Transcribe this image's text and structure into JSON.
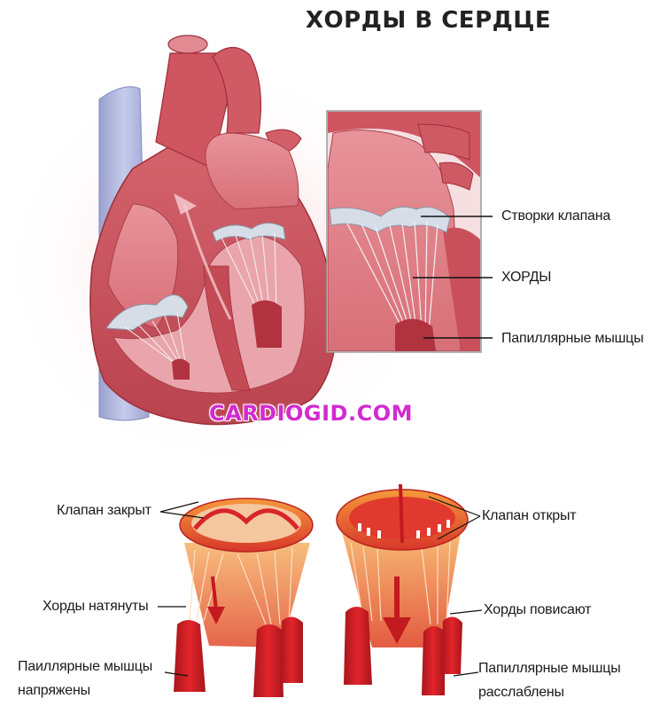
{
  "title": "ХОРДЫ В СЕРДЦЕ",
  "watermark": "CARDIOGID.COM",
  "inset_labels": {
    "valve_leaflets": "Створки клапана",
    "chords": "ХОРДЫ",
    "papillary": "Папиллярные мышцы"
  },
  "closed_valve": {
    "valve": "Клапан закрыт",
    "chords": "Хорды натянуты",
    "muscles_line1": "Паиллярные мышцы",
    "muscles_line2": "напряжены"
  },
  "open_valve": {
    "valve": "Клапан открыт",
    "chords": "Хорды повисают",
    "muscles_line1": "Папиллярные мышцы",
    "muscles_line2": "расслаблены"
  },
  "colors": {
    "muscle": "#c9505a",
    "muscle_dark": "#8f2a35",
    "muscle_light": "#eaa0a6",
    "vein": "#aeb4dc",
    "valve_red": "#d8242a",
    "valve_orange": "#f08a3a",
    "watermark": "#d22bd0"
  }
}
